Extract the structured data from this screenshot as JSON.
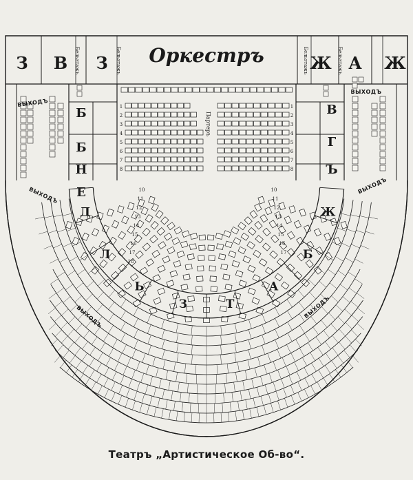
{
  "orchestra_label": "Оркестръ",
  "caption": "Театръ „Артистическое Об-во“.",
  "parterre_label": "Партеръ",
  "exit_label": "ВЫХОДЪ",
  "top_boxes": {
    "left": [
      {
        "letter": "З"
      },
      {
        "letter": "В",
        "side": "Бельэтажъ"
      },
      {
        "letter": "З",
        "side": "Бельэтажъ"
      }
    ],
    "right": [
      {
        "letter": "Ж",
        "side": "Бельэтажъ"
      },
      {
        "letter": "А",
        "side": "Бельэтажъ"
      },
      {
        "letter": "Ж"
      }
    ]
  },
  "left_inner_boxes": [
    "Б",
    "Б",
    "Н",
    "Е"
  ],
  "right_inner_boxes": [
    "В",
    "Г",
    "Ъ"
  ],
  "ring_letters": [
    "Д",
    "Л",
    "Ь",
    "З",
    "Т",
    "А",
    "Б",
    "Ж"
  ],
  "parterre_rows_left": [
    "1",
    "2",
    "3",
    "4",
    "5",
    "6",
    "7",
    "8"
  ],
  "parterre_rows_right": [
    "1",
    "2",
    "3",
    "4",
    "5",
    "6",
    "7",
    "8"
  ],
  "amph_rows_left": [
    "10",
    "11",
    "12",
    "13",
    "14",
    "15",
    "16",
    "17",
    "18"
  ],
  "amph_rows_right": [
    "10",
    "11",
    "12",
    "13",
    "14",
    "15",
    "16",
    "17"
  ],
  "seat_counts": {
    "front_row": 24,
    "parterre_left": [
      10,
      11,
      11,
      12,
      12,
      12,
      12,
      12
    ],
    "parterre_right": [
      10,
      10,
      10,
      10,
      10,
      10,
      10,
      10
    ],
    "amph_rows": [
      18,
      20,
      20,
      20,
      20,
      20,
      21,
      21,
      21
    ]
  }
}
